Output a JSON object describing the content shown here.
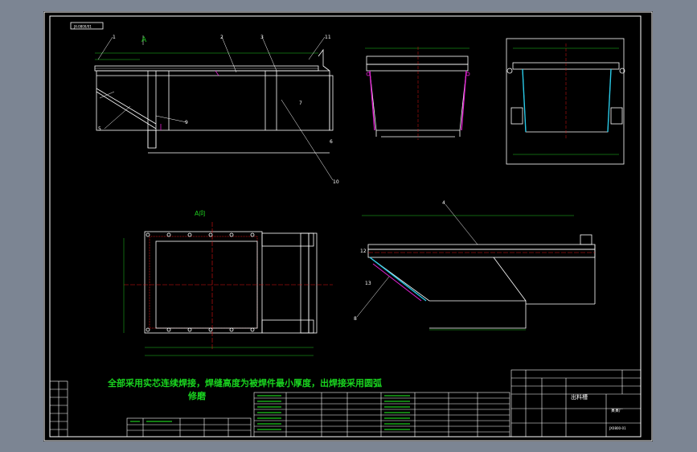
{
  "drawing": {
    "code_box": "JX-0800/01",
    "view_a_label": "A向",
    "section_a_marker": "A",
    "technical_note_line1": "全部采用实芯连续焊接，焊缝高度为被焊件最小厚度，出焊接采用圆弧",
    "technical_note_line2": "修磨",
    "title_block": {
      "part_name": "出料槽",
      "company": "某某厂",
      "drawing_number": "JX0800-01"
    },
    "part_balloons": [
      "1",
      "2",
      "3",
      "4",
      "5",
      "6",
      "7",
      "8",
      "9",
      "10",
      "11",
      "12",
      "13"
    ]
  },
  "colors": {
    "sheet": "#000000",
    "frame": "#ffffff",
    "note_green": "#19d31f",
    "cyan": "#28c8e6",
    "magenta": "#e020d0",
    "red": "#e01414",
    "dim_green": "#1ec81e"
  }
}
